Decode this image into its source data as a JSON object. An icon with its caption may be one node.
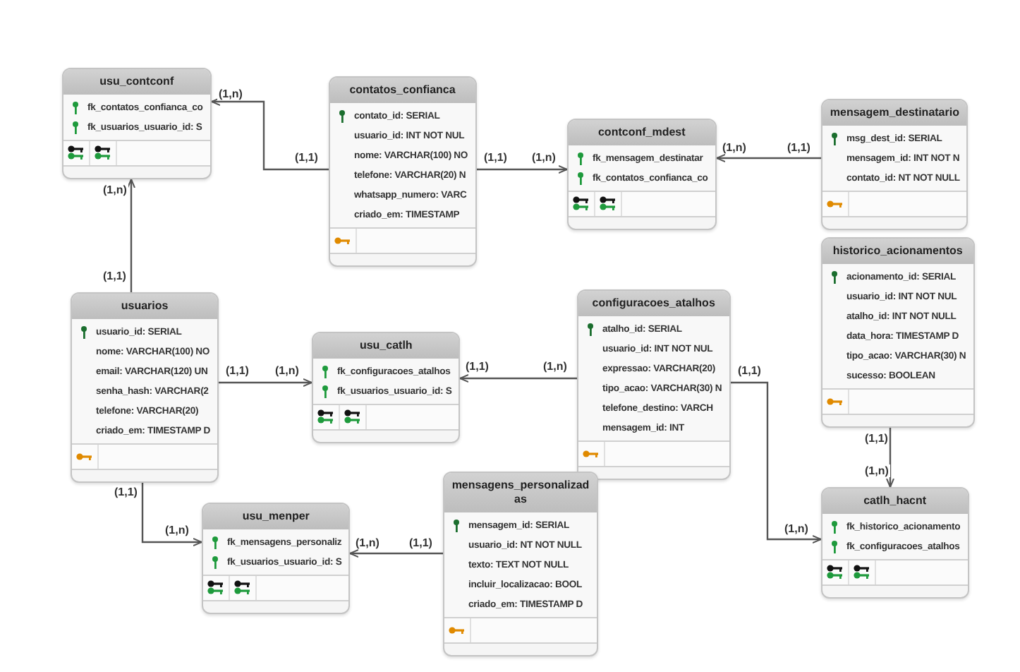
{
  "diagram": {
    "nodes": [
      {
        "text": [
          "usu_contconf",
          "fk_contatos_confianca_co",
          "fk_usuarios_usuario_id: S"
        ]
      },
      {
        "text": [
          "contatos_confianca",
          "contato_id: SERIAL",
          "usuario_id: INT NOT NUL",
          "nome: VARCHAR(100) NO",
          "telefone: VARCHAR(20) N",
          "whatsapp_numero: VARC",
          "criado_em:   TIMESTAMP"
        ]
      },
      {
        "text": [
          "contconf_mdest",
          "fk_mensagem_destinatar",
          "fk_contatos_confianca_co"
        ]
      },
      {
        "text": [
          "mensagem_destinatario",
          "msg_dest_id: SERIAL",
          "mensagem_id: INT NOT N",
          "contato_id: NT NOT NULL"
        ]
      },
      {
        "text": [
          "historico_acionamentos",
          "acionamento_id: SERIAL",
          "usuario_id: INT NOT NUL",
          "atalho_id: INT NOT NULL",
          "data_hora: TIMESTAMP D",
          "tipo_acao: VARCHAR(30) N",
          "sucesso: BOOLEAN"
        ]
      },
      {
        "text": [
          "usuarios",
          "usuario_id: SERIAL",
          "nome: VARCHAR(100) NO",
          "email: VARCHAR(120) UN",
          "senha_hash: VARCHAR(2",
          "telefone: VARCHAR(20)",
          "criado_em: TIMESTAMP D"
        ]
      },
      {
        "text": [
          "usu_catlh",
          "fk_configuracoes_atalhos",
          "fk_usuarios_usuario_id: S"
        ]
      },
      {
        "text": [
          "configuracoes_atalhos",
          "atalho_id: SERIAL",
          "usuario_id: INT NOT NUL",
          "expressao: VARCHAR(20)",
          "tipo_acao: VARCHAR(30) N",
          "telefone_destino: VARCH",
          "mensagem_id: INT"
        ]
      },
      {
        "text": [
          "mensagens_personalizadas",
          "mensagem_id: SERIAL",
          "usuario_id: NT NOT NULL",
          "texto: TEXT NOT NULL",
          "incluir_localizacao: BOOL",
          "criado_em: TIMESTAMP D"
        ]
      },
      {
        "text": [
          "usu_menper",
          "fk_mensagens_personaliz",
          "fk_usuarios_usuario_id: S"
        ]
      },
      {
        "text": [
          "catlh_hacnt",
          "fk_historico_acionamento",
          "fk_configuracoes_atalhos"
        ]
      }
    ],
    "edges": [
      {
        "from": 1,
        "to": 0,
        "arrow": "to"
      },
      {
        "from": 5,
        "to": 0,
        "arrow": "to"
      },
      {
        "from": 1,
        "to": 2,
        "arrow": "to"
      },
      {
        "from": 3,
        "to": 2,
        "arrow": "to"
      },
      {
        "from": 5,
        "to": 6,
        "arrow": "to"
      },
      {
        "from": 7,
        "to": 6,
        "arrow": "to"
      },
      {
        "from": 7,
        "to": 10,
        "arrow": "to"
      },
      {
        "from": 4,
        "to": 10,
        "arrow": "to"
      },
      {
        "from": 5,
        "to": 9,
        "arrow": "to"
      },
      {
        "from": 8,
        "to": 9,
        "arrow": "to"
      }
    ],
    "labels": [
      "(1,n)",
      "(1,n)",
      "(1,1)",
      "(1,1)",
      "(1,1)",
      "(1,n)",
      "(1,n)",
      "(1,1)",
      "(1,1)",
      "(1,n)",
      "(1,1)",
      "(1,n)",
      "(1,1)",
      "(1,1)",
      "(1,n)",
      "(1,1)",
      "(1,n)",
      "(1,n)",
      "(1,n)",
      "(1,1)"
    ]
  }
}
